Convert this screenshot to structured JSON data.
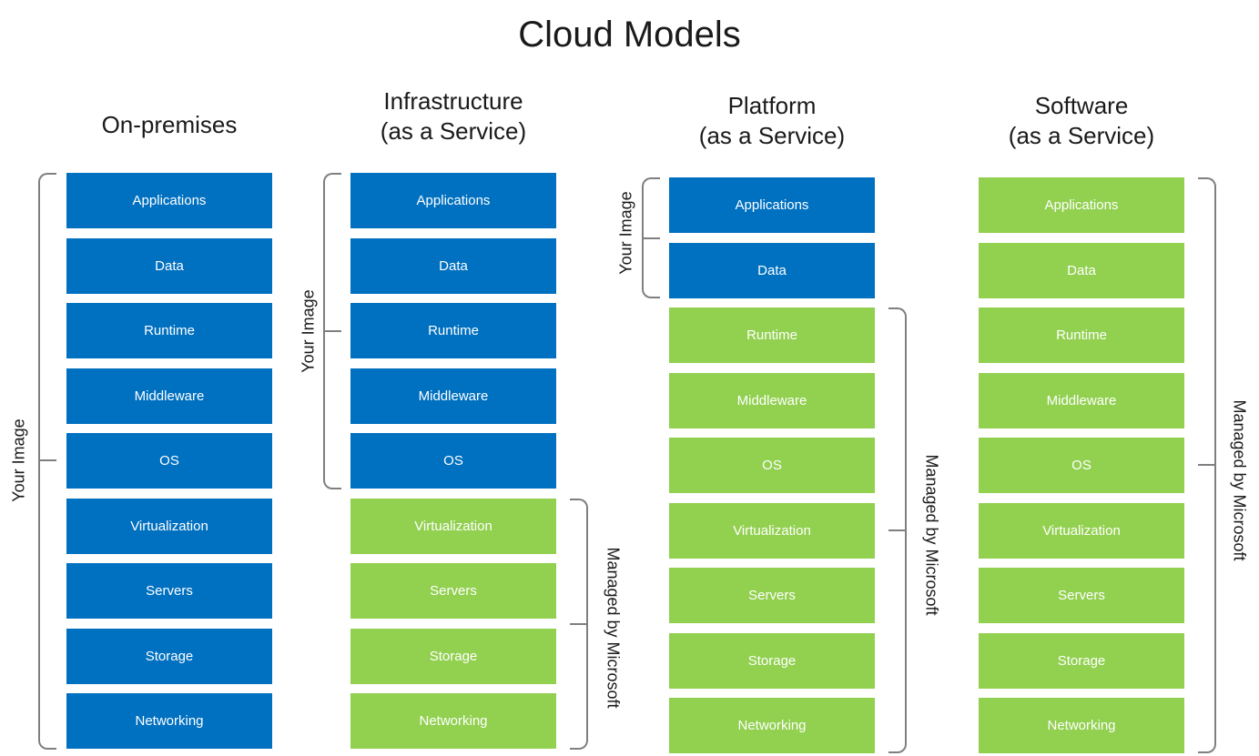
{
  "title": "Cloud Models",
  "columns": {
    "onprem": {
      "heading": [
        "On-premises"
      ],
      "layers": [
        "Applications",
        "Data",
        "Runtime",
        "Middleware",
        "OS",
        "Virtualization",
        "Servers",
        "Storage",
        "Networking"
      ],
      "your_image_label": "Your Image"
    },
    "iaas": {
      "heading": [
        "Infrastructure",
        "(as a Service)"
      ],
      "layers": [
        "Applications",
        "Data",
        "Runtime",
        "Middleware",
        "OS",
        "Virtualization",
        "Servers",
        "Storage",
        "Networking"
      ],
      "your_image_label": "Your Image",
      "managed_label": "Managed by Microsoft"
    },
    "paas": {
      "heading": [
        "Platform",
        "(as a Service)"
      ],
      "layers": [
        "Applications",
        "Data",
        "Runtime",
        "Middleware",
        "OS",
        "Virtualization",
        "Servers",
        "Storage",
        "Networking"
      ],
      "your_image_label": "Your Image",
      "managed_label": "Managed by Microsoft"
    },
    "saas": {
      "heading": [
        "Software",
        "(as a Service)"
      ],
      "layers": [
        "Applications",
        "Data",
        "Runtime",
        "Middleware",
        "OS",
        "Virtualization",
        "Servers",
        "Storage",
        "Networking"
      ],
      "managed_label": "Managed by Microsoft"
    }
  },
  "colors": {
    "customer_managed": "#0070c0",
    "microsoft_managed": "#92d050"
  }
}
